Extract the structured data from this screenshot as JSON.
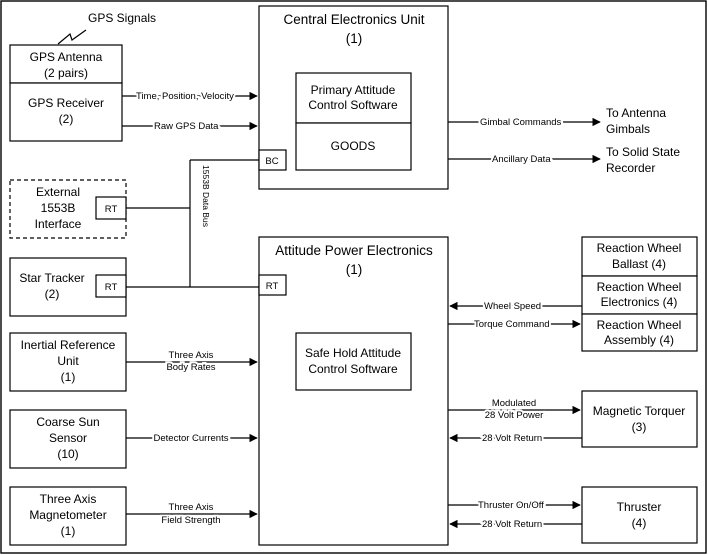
{
  "gps_signals": "GPS Signals",
  "gps_antenna": [
    "GPS Antenna",
    "(2 pairs)"
  ],
  "gps_receiver": [
    "GPS Receiver",
    "(2)"
  ],
  "external_interface": [
    "External",
    "1553B",
    "Interface"
  ],
  "star_tracker": [
    "Star Tracker",
    "(2)"
  ],
  "iru": [
    "Inertial Reference",
    "Unit",
    "(1)"
  ],
  "sun_sensor": [
    "Coarse Sun",
    "Sensor",
    "(10)"
  ],
  "magnetometer": [
    "Three Axis",
    "Magnetometer",
    "(1)"
  ],
  "rt": "RT",
  "bc": "BC",
  "ceu": [
    "Central Electronics Unit",
    "(1)"
  ],
  "primary_software": [
    "Primary Attitude",
    "Control Software"
  ],
  "goods": "GOODS",
  "ape": [
    "Attitude Power Electronics",
    "(1)"
  ],
  "safe_hold": [
    "Safe Hold Attitude",
    "Control Software"
  ],
  "data_bus": "1553B Data Bus",
  "rw_ballast": [
    "Reaction Wheel",
    "Ballast (4)"
  ],
  "rw_electronics": [
    "Reaction Wheel",
    "Electronics (4)"
  ],
  "rw_assembly": [
    "Reaction Wheel",
    "Assembly (4)"
  ],
  "mag_torquer": [
    "Magnetic Torquer",
    "(3)"
  ],
  "thruster": [
    "Thruster",
    "(4)"
  ],
  "flows": {
    "time_pos_vel": "Time, Position, Velocity",
    "raw_gps": "Raw GPS Data",
    "gimbal_cmds": "Gimbal Commands",
    "ancillary": "Ancillary Data",
    "wheel_speed": "Wheel Speed",
    "torque_cmd": "Torque Command",
    "body_rates": [
      "Three Axis",
      "Body Rates"
    ],
    "detector": "Detector Currents",
    "field_strength": [
      "Three Axis",
      "Field Strength"
    ],
    "modulated": [
      "Modulated",
      "28 Volt Power"
    ],
    "return_mag": "28 Volt Return",
    "thruster_onoff": "Thruster On/Off",
    "return_thr": "28 Volt Return"
  },
  "destinations": {
    "antenna_gimbals": [
      "To Antenna",
      "Gimbals"
    ],
    "recorder": [
      "To Solid State",
      "Recorder"
    ]
  }
}
